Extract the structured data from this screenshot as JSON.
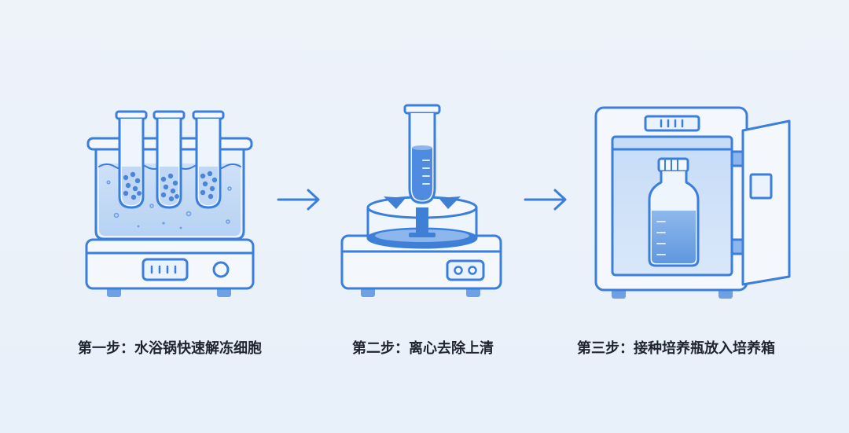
{
  "steps": [
    {
      "label": "第一步：水浴锅快速解冻细胞",
      "icon": "water-bath-icon"
    },
    {
      "label": "第二步：离心去除上清",
      "icon": "centrifuge-icon"
    },
    {
      "label": "第三步：接种培养瓶放入培养箱",
      "icon": "incubator-icon"
    }
  ],
  "colors": {
    "outline": "#3a7fdc",
    "fill_light": "#dbe9fb",
    "fill_mid": "#a9c9f1",
    "fill_dark": "#3f7fd6",
    "body_fill": "#f4f8fd"
  }
}
